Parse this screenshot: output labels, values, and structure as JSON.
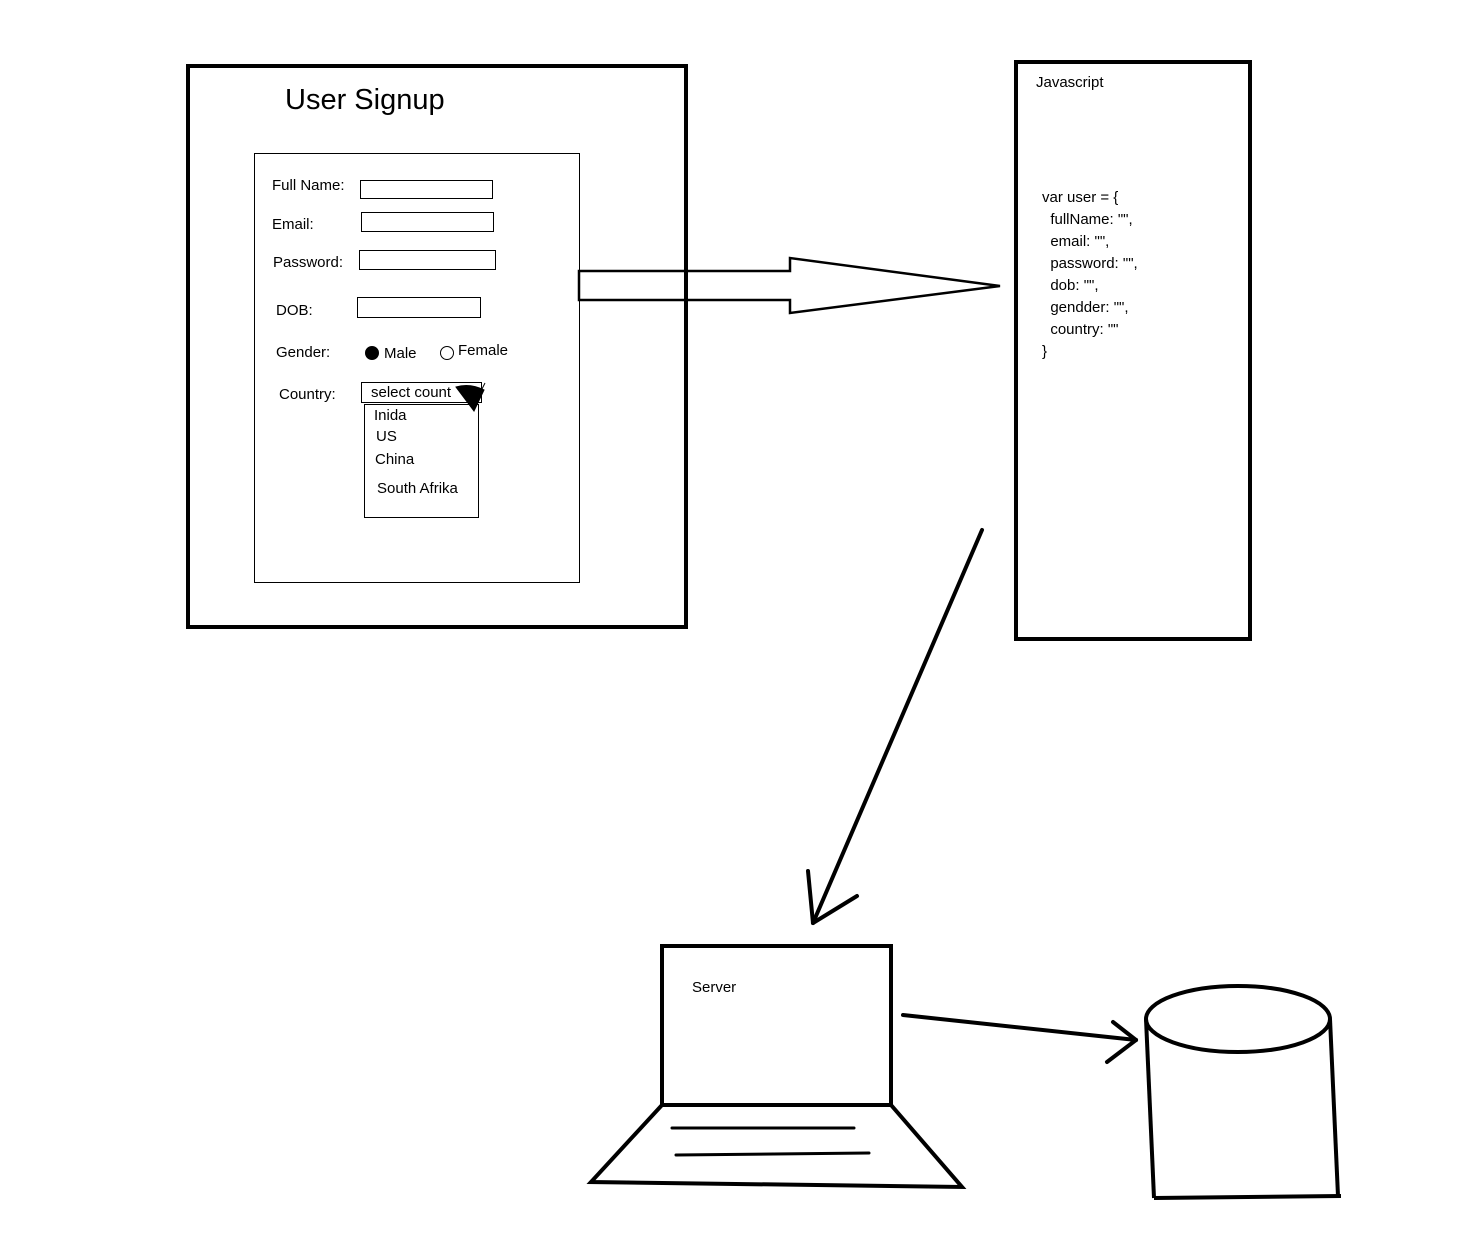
{
  "signup": {
    "title": "User Signup",
    "labels": {
      "full_name": "Full Name:",
      "email": "Email:",
      "password": "Password:",
      "dob": "DOB:",
      "gender": "Gender:",
      "country": "Country:"
    },
    "gender_options": {
      "male": "Male",
      "female": "Female",
      "selected": "Male"
    },
    "country_select": {
      "placeholder": "select count",
      "options": [
        "Inida",
        "US",
        "China",
        "South Afrika"
      ]
    }
  },
  "javascript": {
    "title": "Javascript",
    "code": [
      "var user = {",
      "  fullName: \"\",",
      "  email: \"\",",
      "  password: \"\",",
      "  dob: \"\",",
      "  gendder: \"\",",
      "  country: \"\"",
      "}"
    ]
  },
  "server": {
    "label": "Server"
  }
}
